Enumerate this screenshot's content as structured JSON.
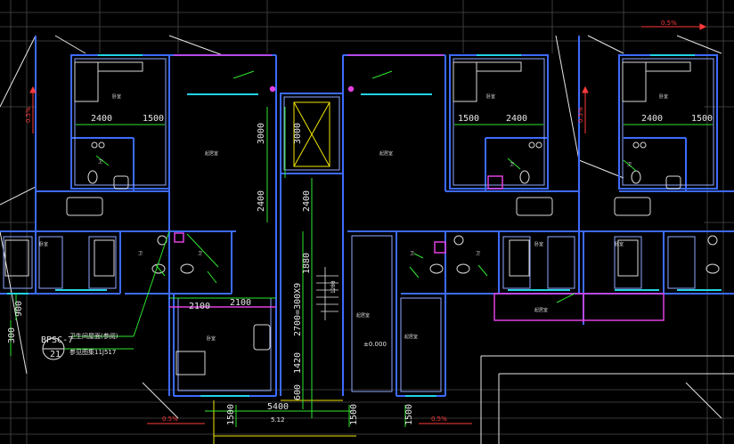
{
  "drawing": {
    "colors": {
      "background": "#000000",
      "grid": "#4a4a4a",
      "wall": "#3d6bff",
      "wall_light": "#8fa8ff",
      "window": "#22d3e6",
      "magenta": "#e040e0",
      "dimension": "#2ee62e",
      "yellow": "#f2e600",
      "red": "#ff3b3b",
      "white": "#e6e6e6"
    },
    "dimensions": {
      "d2400_left": "2400",
      "d1500_left": "1500",
      "d1500_right_a": "1500",
      "d2400_right_a": "2400",
      "d2400_right_b": "2400",
      "d1500_right_b": "1500",
      "d3000_a": "3000",
      "d3000_b": "3000",
      "d2400_v": "2400",
      "d1880": "1880",
      "d2700": "2700=300X9",
      "d1420": "1420",
      "d600": "600",
      "d2100_a": "2100",
      "d2100_b": "2100",
      "d5400": "5400",
      "d1500_bottom_a": "1500",
      "d1500_bottom_b": "1500",
      "d1500_bottom_c": "1500",
      "d300": "300",
      "d900": "900",
      "d1200": "1200",
      "d512": "5.12"
    },
    "slopes": {
      "top_right": "0.5%",
      "left_vertical": "0.5%",
      "right_vertical": "0.5%",
      "bottom_left": "0.5%",
      "bottom_right": "0.5%"
    },
    "level": "±0.000",
    "callout": {
      "code": "BPSC-7",
      "number": "21",
      "line1": "卫生间屋面(参阅)",
      "line2": "参见图集11J517"
    },
    "rooms": {
      "bedroom": "卧室",
      "living": "起居室",
      "toilet": "卫"
    }
  }
}
